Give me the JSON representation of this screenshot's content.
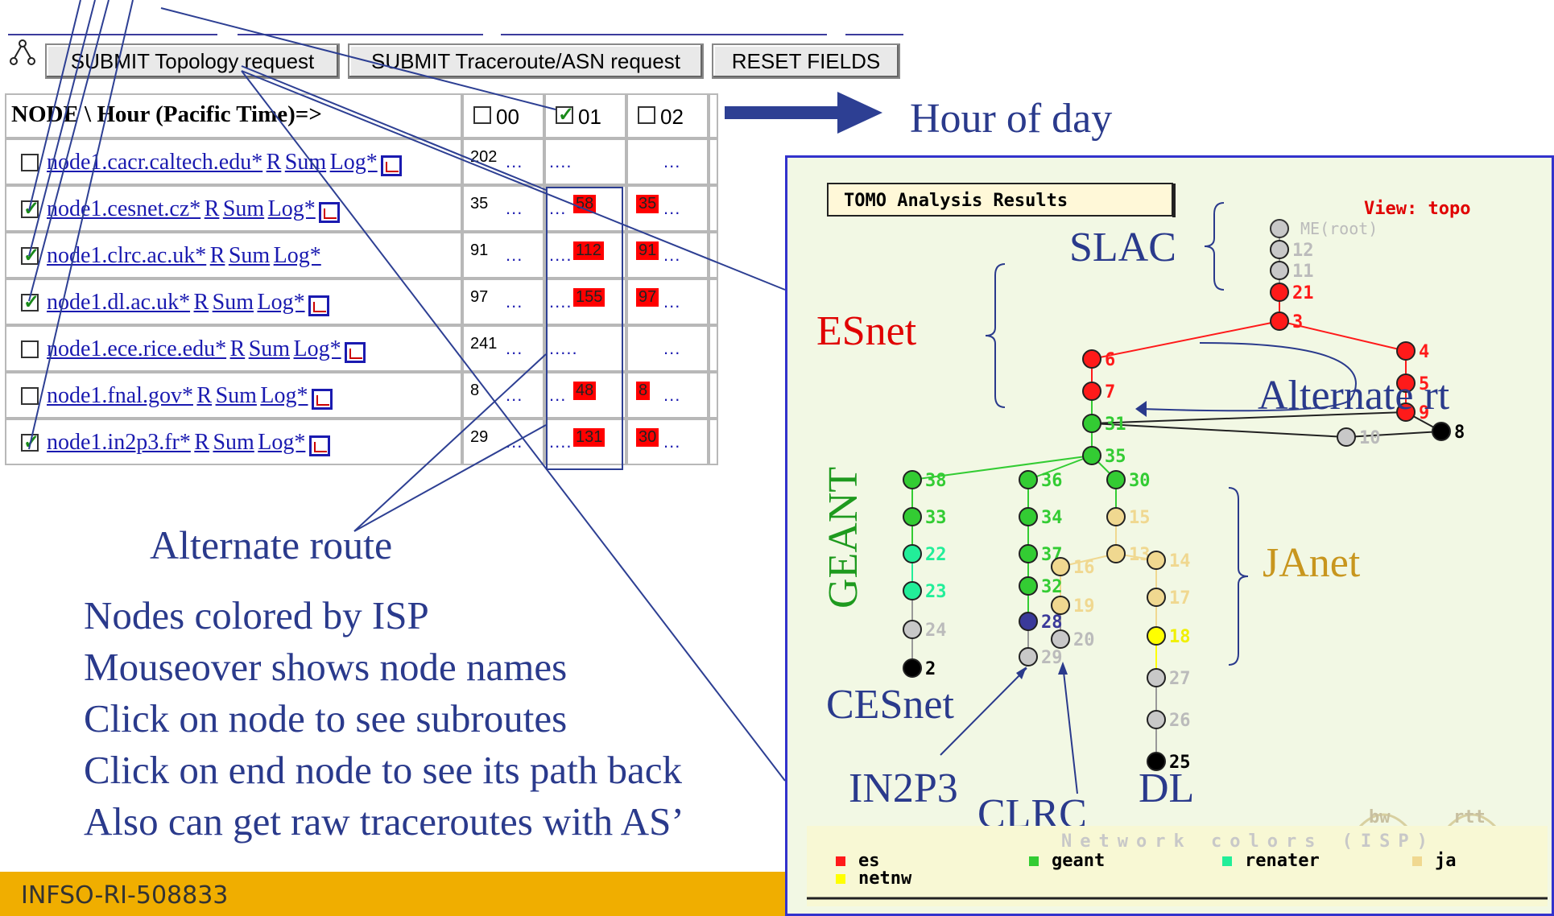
{
  "form": {
    "buttons": {
      "topology": "SUBMIT Topology request",
      "traceroute": "SUBMIT Traceroute/ASN request",
      "reset": "RESET FIELDS"
    },
    "header": "NODE \\ Hour (Pacific Time)=>",
    "hours": [
      {
        "label": "00",
        "checked": false
      },
      {
        "label": "01",
        "checked": true
      },
      {
        "label": "02",
        "checked": false
      }
    ],
    "rows": [
      {
        "checked": false,
        "host": "node1.cacr.caltech.edu*",
        "r": "R",
        "sum": "Sum",
        "log": "Log*",
        "has_icon": true,
        "h00": "202",
        "h01": "....",
        "h01_red": "",
        "h02": "",
        "h02_red": ""
      },
      {
        "checked": true,
        "host": "node1.cesnet.cz*",
        "r": "R",
        "sum": "Sum",
        "log": "Log*",
        "has_icon": true,
        "h00": "35",
        "h01": "...",
        "h01_red": "58",
        "h02": "",
        "h02_red": "35"
      },
      {
        "checked": true,
        "host": "node1.clrc.ac.uk*",
        "r": "R",
        "sum": "Sum",
        "log": "Log*",
        "has_icon": false,
        "h00": "91",
        "h01": "....",
        "h01_red": "112",
        "h02": "",
        "h02_red": "91"
      },
      {
        "checked": true,
        "host": "node1.dl.ac.uk*",
        "r": "R",
        "sum": "Sum",
        "log": "Log*",
        "has_icon": true,
        "h00": "97",
        "h01": "....",
        "h01_red": "155",
        "h02": "",
        "h02_red": "97"
      },
      {
        "checked": false,
        "host": "node1.ece.rice.edu*",
        "r": "R",
        "sum": "Sum",
        "log": "Log*",
        "has_icon": true,
        "h00": "241",
        "h01": ".....",
        "h01_red": "",
        "h02": "",
        "h02_red": ""
      },
      {
        "checked": false,
        "host": "node1.fnal.gov*",
        "r": "R",
        "sum": "Sum",
        "log": "Log*",
        "has_icon": true,
        "h00": "8",
        "h01": "...",
        "h01_red": "48",
        "h02": "",
        "h02_red": "8"
      },
      {
        "checked": true,
        "host": "node1.in2p3.fr*",
        "r": "R",
        "sum": "Sum",
        "log": "Log*",
        "has_icon": true,
        "h00": "29",
        "h01": "....",
        "h01_red": "131",
        "h02": "",
        "h02_red": "30"
      }
    ]
  },
  "annotations": {
    "hour_of_day": "Hour of day",
    "alternate_route": "Alternate route",
    "bullets": [
      "Nodes colored by ISP",
      "Mouseover shows node names",
      "Click on node to see subroutes",
      "Click on end node to see its path back",
      "Also can get raw traceroutes with AS’"
    ]
  },
  "panel": {
    "title": "TOMO Analysis Results",
    "view": "View: topo",
    "root_label": "ME(root)",
    "labels": {
      "slac": "SLAC",
      "esnet": "ESnet",
      "geant": "GEANT",
      "janet": "JAnet",
      "cesnet": "CESnet",
      "in2p3": "IN2P3",
      "clrc": "CLRC",
      "dl": "DL",
      "alt_rt": "Alternate rt"
    },
    "toggles": {
      "bw": "bw",
      "rtt": "rtt"
    },
    "legend_title": "Network colors (ISP)",
    "legend": [
      {
        "name": "es",
        "color": "#ff1a1a"
      },
      {
        "name": "geant",
        "color": "#33cc33"
      },
      {
        "name": "renater",
        "color": "#22ee99"
      },
      {
        "name": "ja",
        "color": "#f0d890"
      },
      {
        "name": "netnw",
        "color": "#ffff00"
      }
    ],
    "nodes": [
      {
        "id": "12",
        "color": "#c8c8c8"
      },
      {
        "id": "11",
        "color": "#c8c8c8"
      },
      {
        "id": "21",
        "color": "#ff1a1a"
      },
      {
        "id": "3",
        "color": "#ff1a1a"
      },
      {
        "id": "6",
        "color": "#ff1a1a"
      },
      {
        "id": "7",
        "color": "#ff1a1a"
      },
      {
        "id": "4",
        "color": "#ff1a1a"
      },
      {
        "id": "5",
        "color": "#ff1a1a"
      },
      {
        "id": "9",
        "color": "#ff1a1a"
      },
      {
        "id": "31",
        "color": "#33cc33"
      },
      {
        "id": "10",
        "color": "#c8c8c8"
      },
      {
        "id": "8",
        "color": "#000000"
      },
      {
        "id": "35",
        "color": "#33cc33"
      },
      {
        "id": "38",
        "color": "#33cc33"
      },
      {
        "id": "33",
        "color": "#33cc33"
      },
      {
        "id": "22",
        "color": "#22ee99"
      },
      {
        "id": "23",
        "color": "#22ee99"
      },
      {
        "id": "24",
        "color": "#c8c8c8"
      },
      {
        "id": "2",
        "color": "#000000"
      },
      {
        "id": "36",
        "color": "#33cc33"
      },
      {
        "id": "34",
        "color": "#33cc33"
      },
      {
        "id": "37",
        "color": "#33cc33"
      },
      {
        "id": "32",
        "color": "#33cc33"
      },
      {
        "id": "28",
        "color": "#3a3a9a"
      },
      {
        "id": "29",
        "color": "#c8c8c8"
      },
      {
        "id": "30",
        "color": "#33cc33"
      },
      {
        "id": "15",
        "color": "#f0d890"
      },
      {
        "id": "13",
        "color": "#f0d890"
      },
      {
        "id": "16",
        "color": "#f0d890"
      },
      {
        "id": "19",
        "color": "#f0d890"
      },
      {
        "id": "20",
        "color": "#c8c8c8"
      },
      {
        "id": "14",
        "color": "#f0d890"
      },
      {
        "id": "17",
        "color": "#f0d890"
      },
      {
        "id": "18",
        "color": "#ffff00"
      },
      {
        "id": "27",
        "color": "#c8c8c8"
      },
      {
        "id": "26",
        "color": "#c8c8c8"
      },
      {
        "id": "25",
        "color": "#000000"
      }
    ]
  },
  "footer": "INFSO-RI-508833",
  "colors": {
    "annotation_blue": "#2a3a8c",
    "esnet_red": "#ff1a1a",
    "geant_green": "#1e9a1e",
    "janet_gold": "#c8961e",
    "footer_orange": "#f0ae00"
  }
}
